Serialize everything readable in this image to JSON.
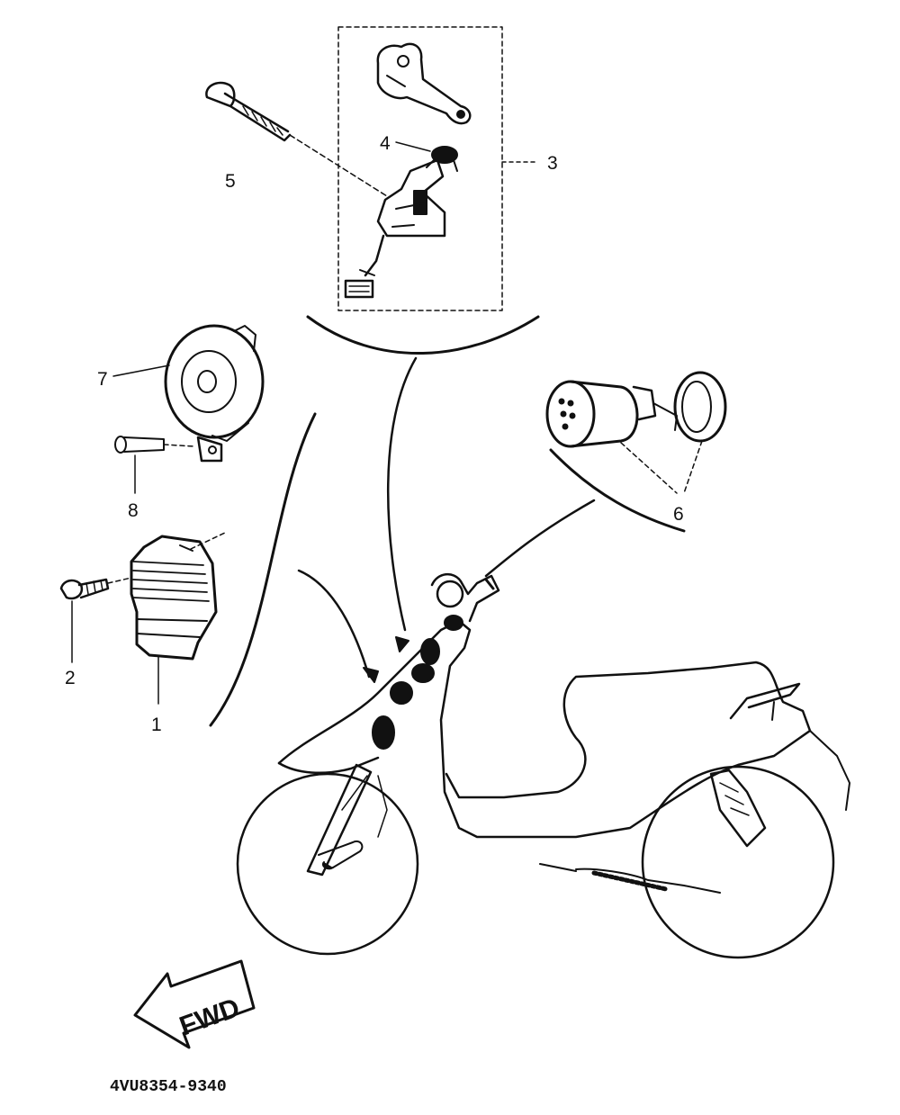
{
  "diagram": {
    "part_code": "4VU8354-9340",
    "fwd_label": "FWD",
    "callouts": {
      "c1": "1",
      "c2": "2",
      "c3": "3",
      "c4": "4",
      "c5": "5",
      "c6": "6",
      "c7": "7",
      "c8": "8"
    }
  },
  "colors": {
    "ink": "#111111",
    "paper": "#ffffff"
  }
}
